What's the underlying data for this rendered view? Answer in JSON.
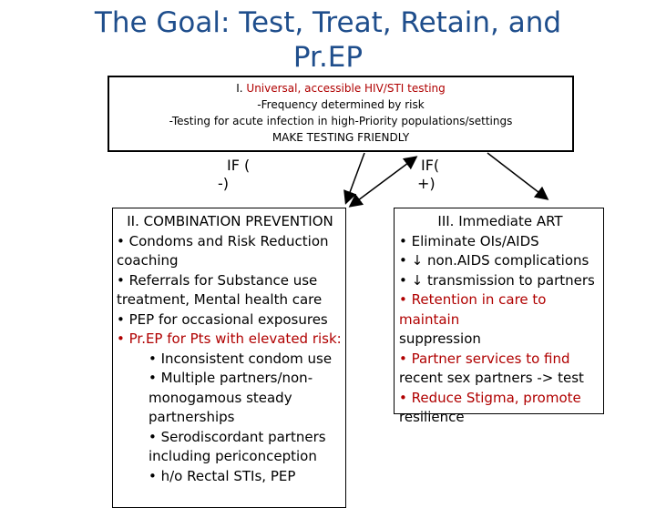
{
  "title": "The Goal: Test, Treat, Retain, and PrEP",
  "title_lines": [
    "The Goal: Test, Treat, Retain, and",
    "Pr.EP"
  ],
  "goal_box": {
    "numeral": "I. ",
    "heading": "Universal, accessible HIV/STI testing",
    "lines": [
      "-Frequency determined by risk",
      "-Testing for acute infection in high-Priority populations/settings",
      "MAKE TESTING FRIENDLY"
    ]
  },
  "if_negative": [
    "IF (",
    "-)"
  ],
  "if_positive": [
    "IF(",
    "+)"
  ],
  "prevention_box": {
    "heading": "II. COMBINATION PREVENTION",
    "items": [
      "• Condoms and Risk Reduction",
      "coaching",
      "• Referrals for Substance use",
      "treatment, Mental health care",
      "• PEP for occasional exposures"
    ],
    "prep_item": "• Pr.EP for Pts with elevated risk:",
    "sub_items": [
      "• Inconsistent condom use",
      "• Multiple partners/non-",
      "monogamous steady",
      "partnerships",
      "• Serodiscordant partners",
      "including periconception",
      "• h/o Rectal STIs, PEP"
    ]
  },
  "art_box": {
    "heading": "III. Immediate ART",
    "items_black": [
      "• Eliminate OIs/AIDS",
      "• ↓ non.AIDS complications",
      "• ↓ transmission to partners"
    ],
    "items_red_1": "• Retention in care to maintain",
    "items_black_2": "suppression",
    "items_red_2": "• Partner services to find",
    "items_black_3": "recent sex partners -> test",
    "items_red_3": "• Reduce Stigma, promote",
    "items_black_4": "resilience"
  },
  "colors": {
    "title": "#1f4e8c",
    "accent_red": "#b00000",
    "border": "#000000"
  }
}
